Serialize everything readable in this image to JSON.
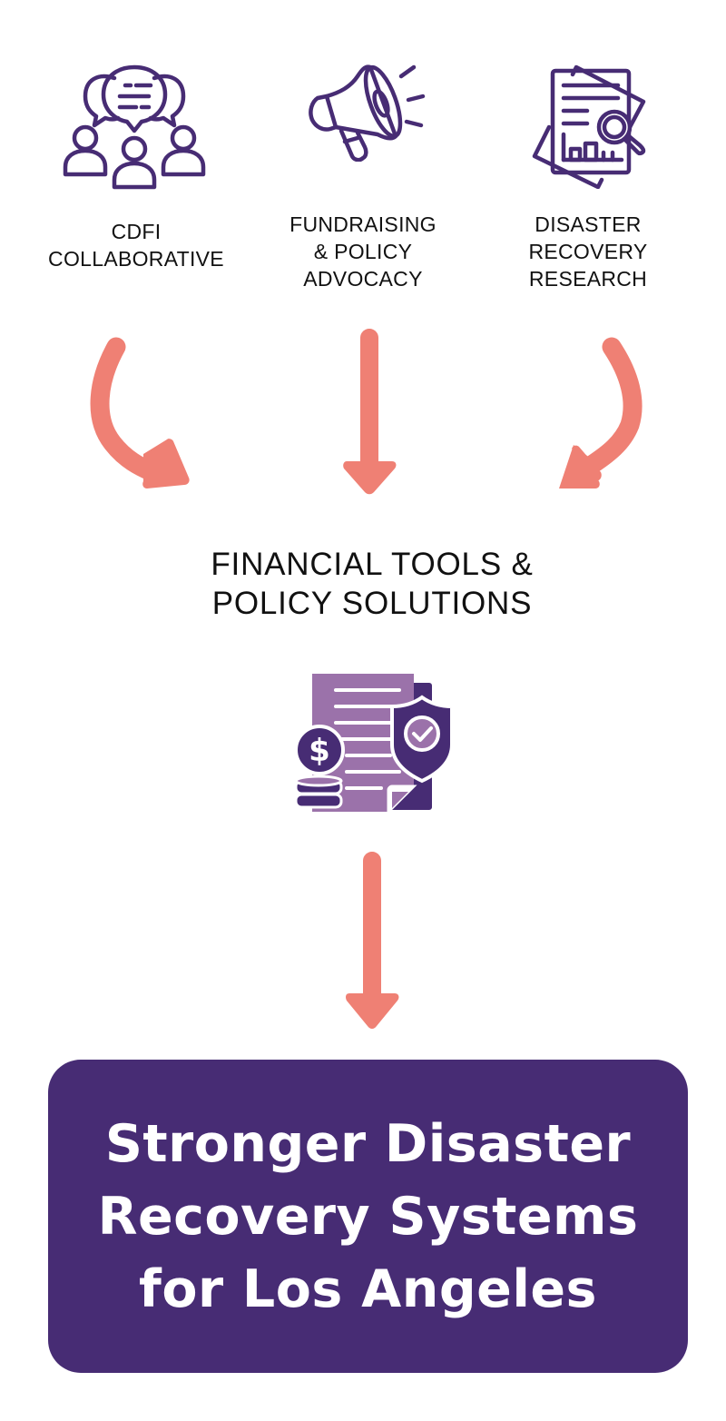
{
  "colors": {
    "background": "#ffffff",
    "icon_stroke": "#472c74",
    "icon_fill_light": "#9b72aa",
    "arrow": "#ef8074",
    "result_box": "#472c74",
    "result_text": "#ffffff",
    "label_text": "#111111"
  },
  "inputs": [
    {
      "icon": "group-discussion-icon",
      "label_lines": [
        "CDFI",
        "COLLABORATIVE"
      ]
    },
    {
      "icon": "megaphone-icon",
      "label_lines": [
        "FUNDRAISING",
        "& POLICY",
        "ADVOCACY"
      ]
    },
    {
      "icon": "research-report-icon",
      "label_lines": [
        "DISASTER",
        "RECOVERY",
        "RESEARCH"
      ]
    }
  ],
  "arrows": [
    {
      "name": "curved-arrow-left",
      "direction": "down-right"
    },
    {
      "name": "straight-arrow-center",
      "direction": "down"
    },
    {
      "name": "curved-arrow-right",
      "direction": "down-left"
    },
    {
      "name": "straight-arrow-lower",
      "direction": "down"
    }
  ],
  "middle": {
    "title_lines": [
      "FINANCIAL TOOLS &",
      "POLICY SOLUTIONS"
    ],
    "icon": "financial-policy-document-icon"
  },
  "result": {
    "title_lines": [
      "Stronger Disaster",
      "Recovery Systems",
      "for Los Angeles"
    ]
  }
}
